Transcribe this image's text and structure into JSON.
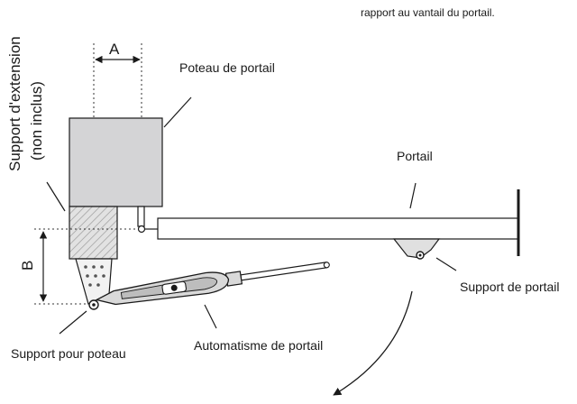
{
  "labels": {
    "top_note": "rapport au vantail du portail.",
    "dimension_a": "A",
    "dimension_b": "B",
    "gate_post": "Poteau de portail",
    "extension_support_line1": "Support d'extension",
    "extension_support_line2": "(non inclus)",
    "gate": "Portail",
    "gate_bracket": "Support de portail",
    "post_bracket": "Support pour poteau",
    "gate_opener": "Automatisme de portail"
  },
  "colors": {
    "line": "#1a1a1a",
    "post_fill": "#d4d4d6",
    "extension_fill": "#e0e0e0",
    "actuator_fill": "#d9d9d9",
    "background": "#ffffff"
  }
}
